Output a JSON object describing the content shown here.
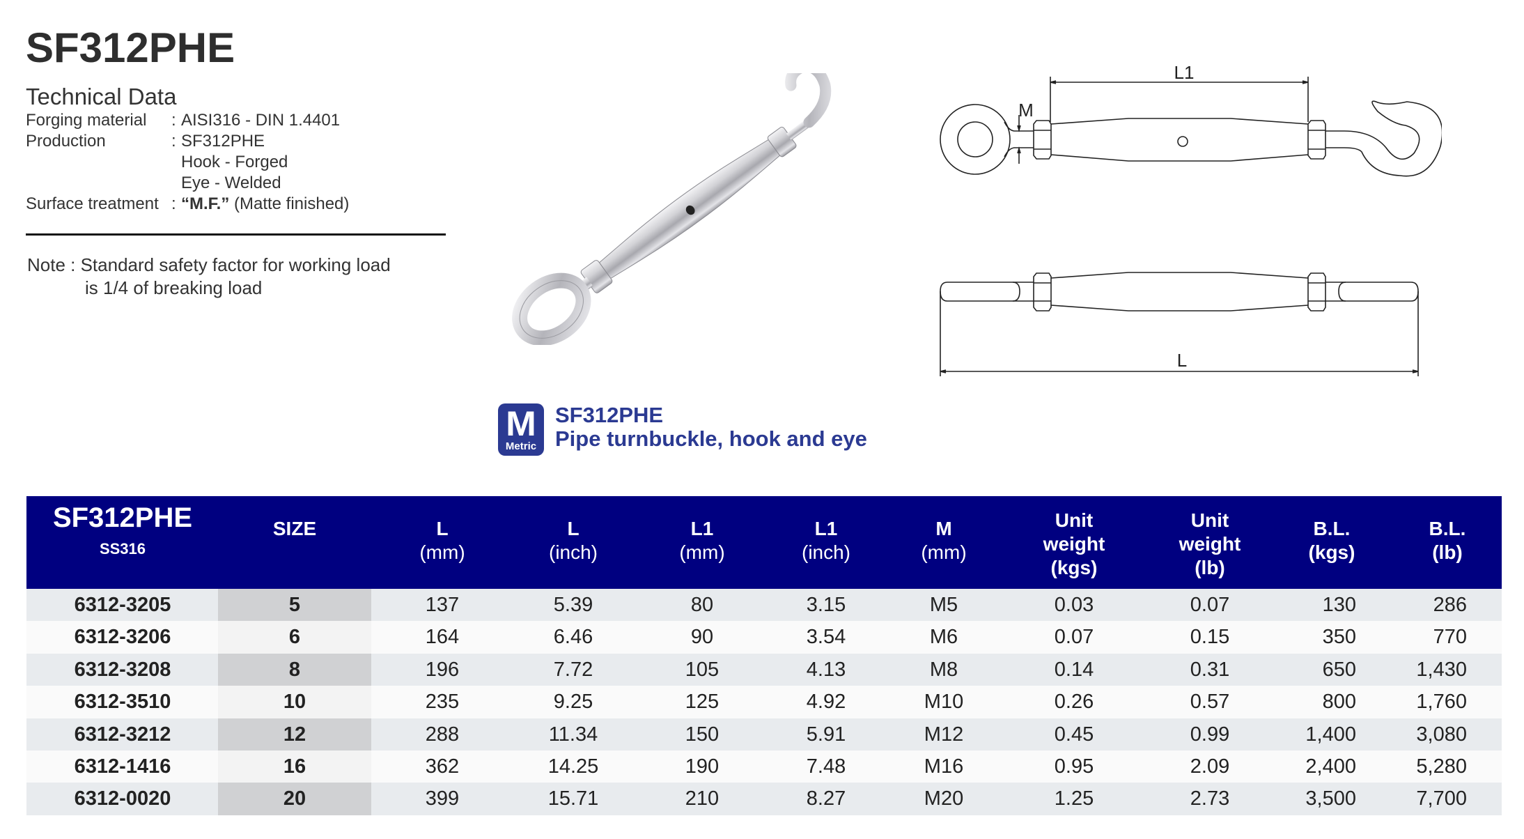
{
  "header": {
    "title": "SF312PHE",
    "tech_heading": "Technical Data",
    "specs": [
      {
        "label": "Forging material",
        "colon": ":",
        "value": "AISI316 - DIN 1.4401"
      },
      {
        "label": "Production",
        "colon": ":",
        "value": "SF312PHE"
      },
      {
        "label": "",
        "colon": "",
        "value": "Hook - Forged"
      },
      {
        "label": "",
        "colon": "",
        "value": "Eye - Welded"
      },
      {
        "label": "Surface treatment",
        "colon": ":",
        "value_bold": "“M.F.”",
        "value": " (Matte finished)"
      }
    ],
    "note_line1": "Note : Standard safety factor for working load",
    "note_line2": "is 1/4 of breaking load"
  },
  "photo": {
    "icon": "turnbuckle-photo",
    "alt": "Pipe turnbuckle, hook and eye"
  },
  "diagram": {
    "label_L1": "L1",
    "label_M": "M",
    "label_L": "L"
  },
  "caption": {
    "badge_letter": "M",
    "badge_text": "Metric",
    "code": "SF312PHE",
    "description": "Pipe turnbuckle, hook and eye",
    "color": "#2b3a92"
  },
  "table": {
    "header_color": "#000080",
    "columns": [
      {
        "key": "code",
        "lines": [
          "SF312PHE"
        ],
        "sub": "SS316"
      },
      {
        "key": "size",
        "lines": [
          "SIZE"
        ]
      },
      {
        "key": "L_mm",
        "lines": [
          "L",
          "(mm)"
        ]
      },
      {
        "key": "L_inch",
        "lines": [
          "L",
          "(inch)"
        ]
      },
      {
        "key": "L1_mm",
        "lines": [
          "L1",
          "(mm)"
        ]
      },
      {
        "key": "L1_inch",
        "lines": [
          "L1",
          "(inch)"
        ]
      },
      {
        "key": "M_mm",
        "lines": [
          "M",
          "(mm)"
        ]
      },
      {
        "key": "uw_kgs",
        "lines": [
          "Unit",
          "weight",
          "(kgs)"
        ]
      },
      {
        "key": "uw_lb",
        "lines": [
          "Unit",
          "weight",
          "(lb)"
        ]
      },
      {
        "key": "bl_kgs",
        "lines": [
          "B.L.",
          "(kgs)"
        ]
      },
      {
        "key": "bl_lb",
        "lines": [
          "B.L.",
          "(lb)"
        ]
      }
    ],
    "rows": [
      [
        "6312-3205",
        "5",
        "137",
        "5.39",
        "80",
        "3.15",
        "M5",
        "0.03",
        "0.07",
        "130",
        "286"
      ],
      [
        "6312-3206",
        "6",
        "164",
        "6.46",
        "90",
        "3.54",
        "M6",
        "0.07",
        "0.15",
        "350",
        "770"
      ],
      [
        "6312-3208",
        "8",
        "196",
        "7.72",
        "105",
        "4.13",
        "M8",
        "0.14",
        "0.31",
        "650",
        "1,430"
      ],
      [
        "6312-3510",
        "10",
        "235",
        "9.25",
        "125",
        "4.92",
        "M10",
        "0.26",
        "0.57",
        "800",
        "1,760"
      ],
      [
        "6312-3212",
        "12",
        "288",
        "11.34",
        "150",
        "5.91",
        "M12",
        "0.45",
        "0.99",
        "1,400",
        "3,080"
      ],
      [
        "6312-1416",
        "16",
        "362",
        "14.25",
        "190",
        "7.48",
        "M16",
        "0.95",
        "2.09",
        "2,400",
        "5,280"
      ],
      [
        "6312-0020",
        "20",
        "399",
        "15.71",
        "210",
        "8.27",
        "M20",
        "1.25",
        "2.73",
        "3,500",
        "7,700"
      ]
    ]
  }
}
